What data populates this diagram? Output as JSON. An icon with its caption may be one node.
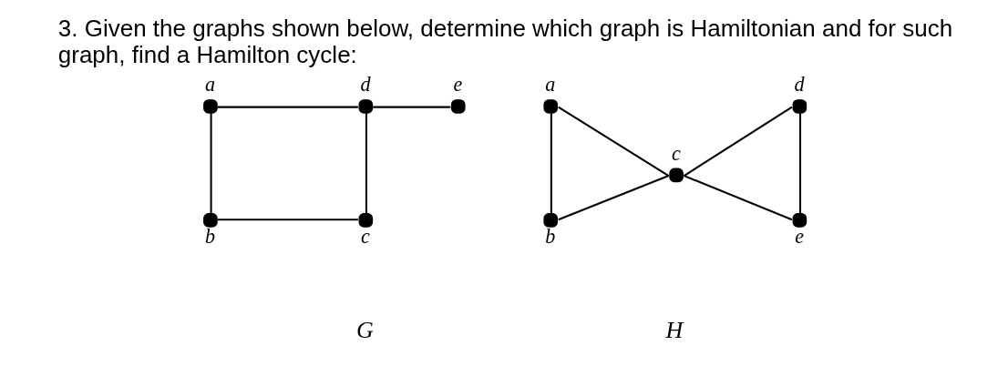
{
  "diagram": {
    "title": "3. Given the graphs shown below, determine which graph is Hamiltonian and for such graph, find a Hamilton cycle:",
    "nodes": [
      {
        "text": [],
        "shape": "circle",
        "beside": [
          "a"
        ]
      },
      {
        "text": [],
        "shape": "circle",
        "beside": [
          "d"
        ]
      },
      {
        "text": [],
        "shape": "circle",
        "beside": [
          "e"
        ]
      },
      {
        "text": [],
        "shape": "circle",
        "beside": [
          "b"
        ]
      },
      {
        "text": [],
        "shape": "circle",
        "beside": [
          "c"
        ]
      },
      {
        "text": [],
        "shape": "circle",
        "beside": [
          "a"
        ]
      },
      {
        "text": [],
        "shape": "circle",
        "beside": [
          "d"
        ]
      },
      {
        "text": [],
        "shape": "circle",
        "beside": [
          "c"
        ]
      },
      {
        "text": [],
        "shape": "circle",
        "beside": [
          "b"
        ]
      },
      {
        "text": [],
        "shape": "circle",
        "beside": [
          "e"
        ]
      }
    ],
    "edges": [
      {
        "from": 0,
        "to": 1,
        "arrow": "none"
      },
      {
        "from": 1,
        "to": 2,
        "arrow": "none"
      },
      {
        "from": 0,
        "to": 3,
        "arrow": "none"
      },
      {
        "from": 1,
        "to": 4,
        "arrow": "none"
      },
      {
        "from": 3,
        "to": 4,
        "arrow": "none"
      },
      {
        "from": 5,
        "to": 8,
        "arrow": "none"
      },
      {
        "from": 5,
        "to": 7,
        "arrow": "none"
      },
      {
        "from": 6,
        "to": 7,
        "arrow": "none"
      },
      {
        "from": 7,
        "to": 8,
        "arrow": "none"
      },
      {
        "from": 7,
        "to": 9,
        "arrow": "none"
      },
      {
        "from": 6,
        "to": 9,
        "arrow": "none"
      }
    ],
    "labels": [
      "G",
      "H"
    ]
  }
}
